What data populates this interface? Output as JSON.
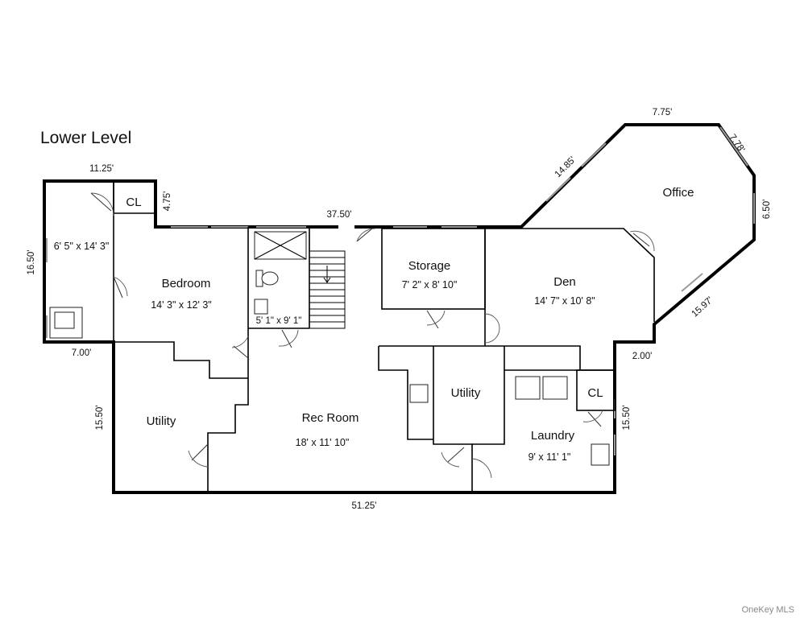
{
  "title": "Lower Level",
  "rooms": {
    "bath_left_dims": "6' 5\" x 14' 3\"",
    "closet_top": "CL",
    "bedroom_name": "Bedroom",
    "bedroom_dims": "14' 3\" x 12' 3\"",
    "bath_mid_dims": "5' 1\" x 9' 1\"",
    "storage_name": "Storage",
    "storage_dims": "7' 2\" x 8' 10\"",
    "den_name": "Den",
    "den_dims": "14' 7\" x 10' 8\"",
    "office_name": "Office",
    "utility_left_name": "Utility",
    "rec_room_name": "Rec Room",
    "rec_room_dims": "18' x 11' 10\"",
    "utility_mid_name": "Utility",
    "closet_right": "CL",
    "laundry_name": "Laundry",
    "laundry_dims": "9' x 11' 1\""
  },
  "measurements": {
    "top_left": "11.25'",
    "closet_side": "4.75'",
    "left_side": "16.50'",
    "bottom_left": "7.00'",
    "top_middle": "37.50'",
    "office_diag_left": "14.85'",
    "office_top": "7.75'",
    "office_diag_right": "7.78'",
    "office_right": "6.50'",
    "office_diag_bottom": "15.97'",
    "step_right": "2.00'",
    "lower_left_side": "15.50'",
    "lower_right_side": "15.50'",
    "bottom": "51.25'"
  },
  "watermark": "OneKey MLS"
}
